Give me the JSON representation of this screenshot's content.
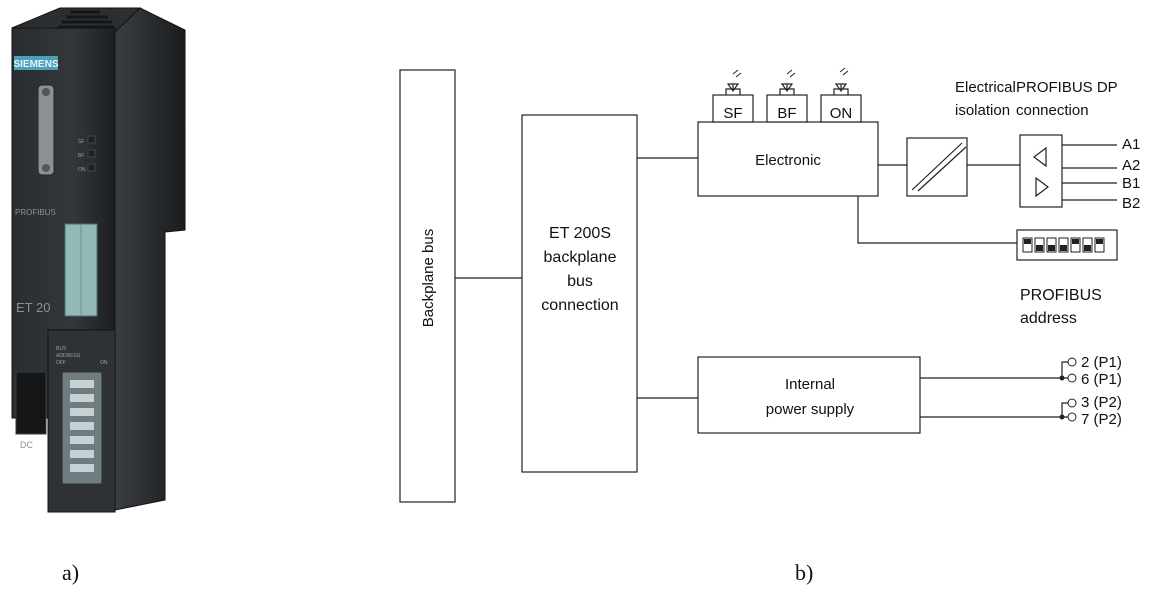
{
  "captions": {
    "a": "a)",
    "b": "b)"
  },
  "device": {
    "brand": "SIEMENS",
    "module_label": "ET 20",
    "profibus_label": "PROFIBUS",
    "dc_label": "DC",
    "status_leds": [
      "SF",
      "BF",
      "ON"
    ],
    "dip_labels": [
      "BUS",
      "ADDRESS",
      "OFF",
      "ON"
    ],
    "led_color": "#1f1f1f",
    "housing_color": "#2b2e31",
    "accent_color": "#4aa0b8"
  },
  "diagram": {
    "backplane_bus": "Backplane bus",
    "bus_connection": [
      "ET 200S",
      "backplane",
      "bus",
      "connection"
    ],
    "electronic": "Electronic",
    "leds": [
      "SF",
      "BF",
      "ON"
    ],
    "isolation": [
      "Electrical",
      "isolation"
    ],
    "dp_connection": [
      "PROFIBUS DP",
      "connection"
    ],
    "dp_pins": [
      "A1",
      "A2",
      "B1",
      "B2"
    ],
    "address": [
      "PROFIBUS",
      "address"
    ],
    "power_supply": [
      "Internal",
      "power supply"
    ],
    "power_pins": [
      "2 (P1)",
      "6 (P1)",
      "3 (P2)",
      "7 (P2)"
    ]
  }
}
